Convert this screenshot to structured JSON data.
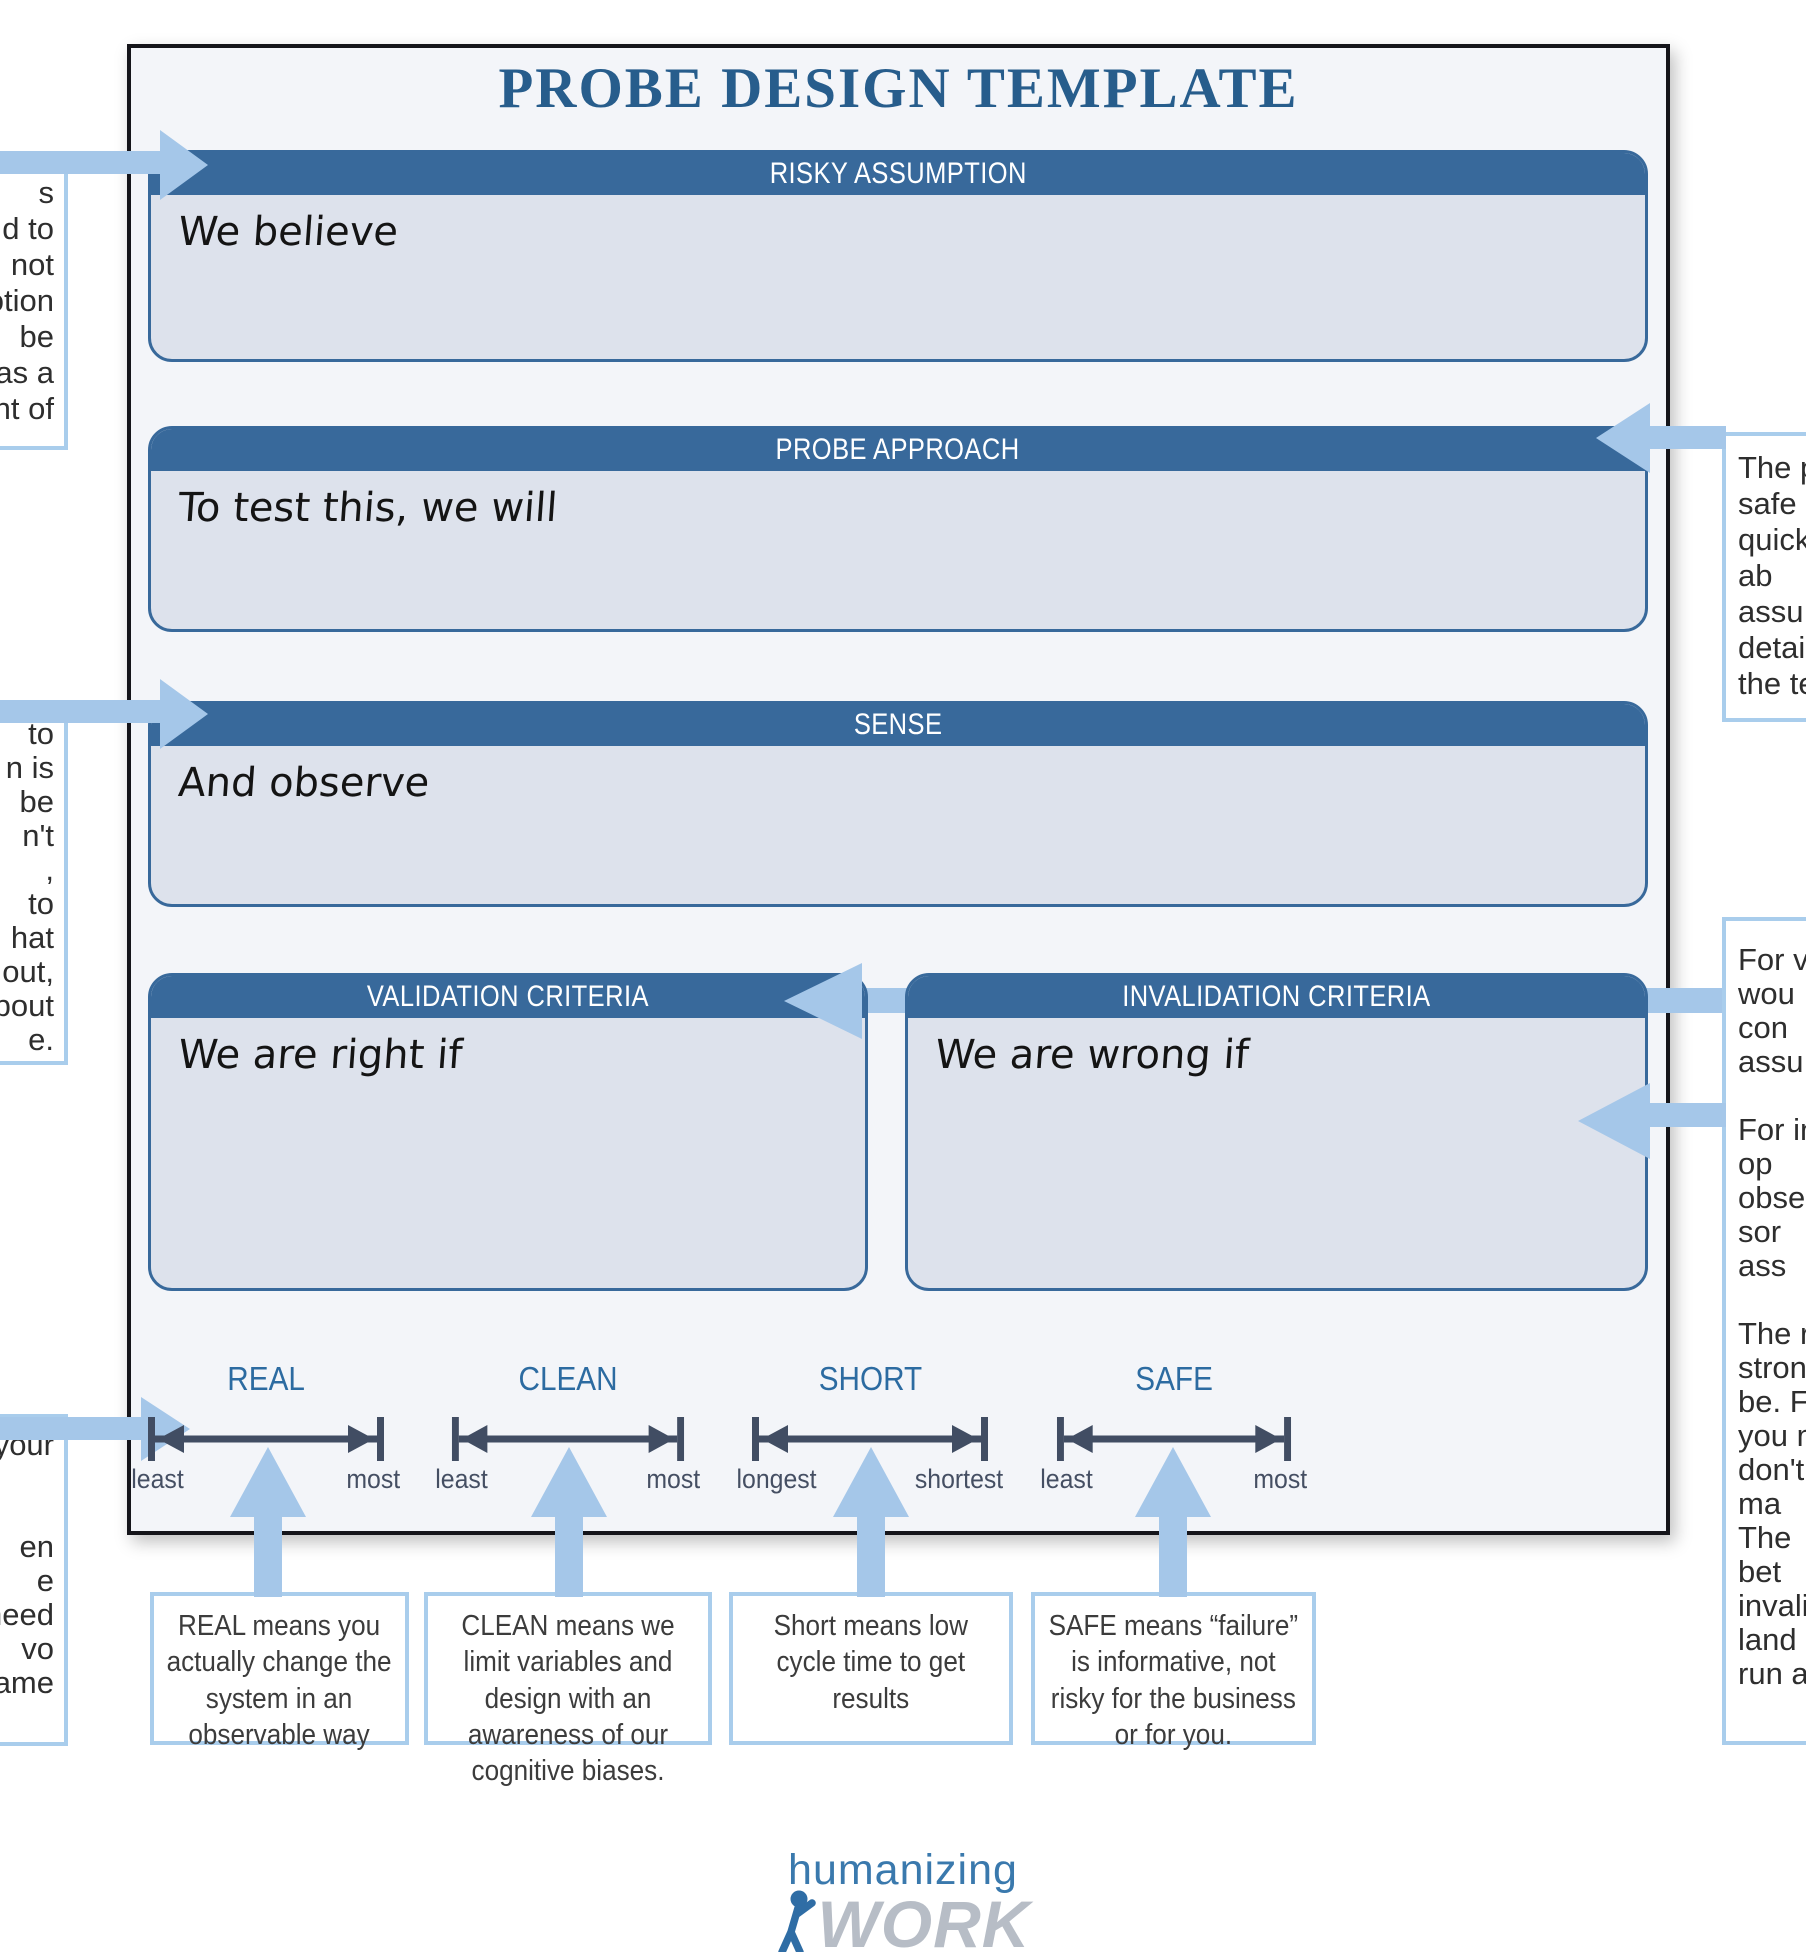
{
  "title": "PROBE DESIGN TEMPLATE",
  "sections": [
    {
      "header": "RISKY ASSUMPTION",
      "prompt": "We believe"
    },
    {
      "header": "PROBE APPROACH",
      "prompt": "To test this, we will"
    },
    {
      "header": "SENSE",
      "prompt": "And observe"
    },
    {
      "header": "VALIDATION CRITERIA",
      "prompt": "We are right if"
    },
    {
      "header": "INVALIDATION CRITERIA",
      "prompt": "We are wrong if"
    }
  ],
  "sliders": [
    {
      "name": "REAL",
      "left": "least",
      "right": "most"
    },
    {
      "name": "CLEAN",
      "left": "least",
      "right": "most"
    },
    {
      "name": "SHORT",
      "left": "longest",
      "right": "shortest"
    },
    {
      "name": "SAFE",
      "left": "least",
      "right": "most"
    }
  ],
  "slider_notes": [
    "REAL means you actually change the system in an observable way",
    "CLEAN means we limit variables and design with an awareness of our cognitive biases.",
    "Short means low cycle time to get results",
    "SAFE means “failure” is informative, not risky for the business or for you."
  ],
  "callouts": {
    "left_top_lines": [
      "s",
      "d to",
      "not",
      "otion",
      "be",
      "as a",
      "nt of"
    ],
    "left_middle_lines": [
      "to",
      "n is",
      "be",
      "n't",
      ",",
      "to",
      "hat",
      "out,",
      "bout",
      "e."
    ],
    "left_bottom_lines": [
      "your",
      "",
      "",
      "en",
      "e",
      "need",
      "vo",
      "ame"
    ],
    "right_top_lines": [
      "The p",
      "safe",
      "quickly",
      "ab",
      "assu",
      "detail",
      "the te"
    ],
    "right_bottom_lines": [
      "For va",
      "wou",
      "con",
      "assu",
      "",
      "For in",
      "op",
      "obse",
      "sor",
      "ass",
      "",
      "The r",
      "strong",
      "be. Fo",
      "you m",
      "don't",
      "ma",
      "The",
      "bet",
      "invalid",
      "land in",
      "run a"
    ]
  },
  "logo": {
    "line1": "humanizing",
    "line2": "WORK"
  },
  "colors": {
    "header_blue": "#38699b",
    "title_blue": "#275d8c",
    "body_fill": "#dde2ec",
    "arrow_blue": "#a5c7e9",
    "callout_border": "#a9cdec",
    "slider_dark": "#414d63",
    "slider_label_blue": "#2c6ba1",
    "logo_blue": "#3a79ad",
    "logo_gray": "#b7bdc6"
  }
}
